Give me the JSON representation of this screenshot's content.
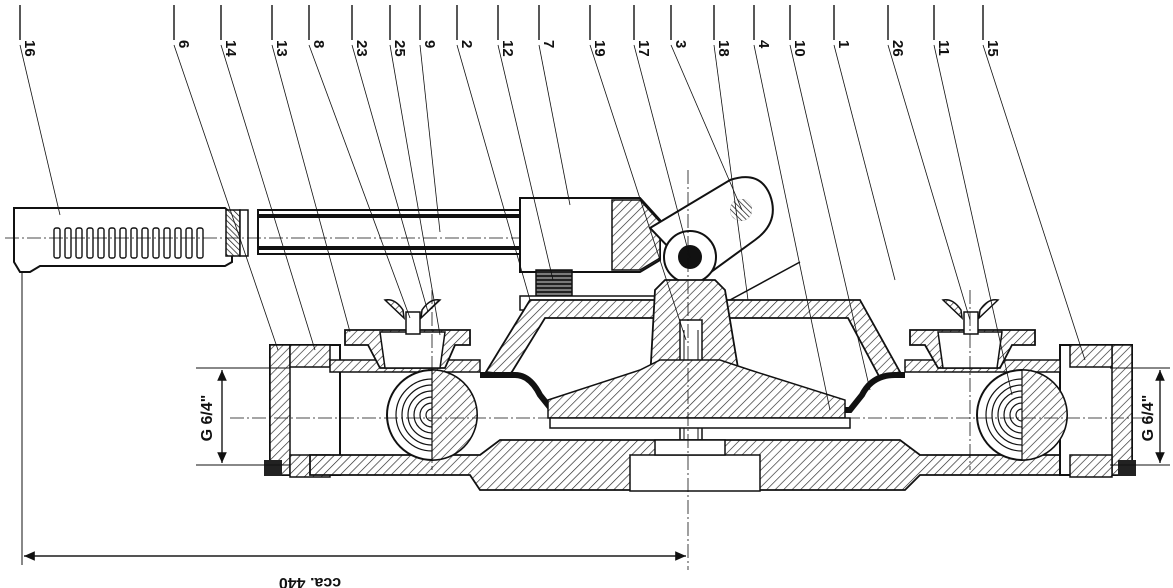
{
  "drawing": {
    "part_numbers": [
      "16",
      "6",
      "14",
      "13",
      "8",
      "23",
      "25",
      "9",
      "2",
      "12",
      "7",
      "19",
      "17",
      "3",
      "18",
      "4",
      "10",
      "1",
      "26",
      "11",
      "15"
    ],
    "thread_left": "G 6/4\"",
    "thread_right": "G 6/4\"",
    "overall_length": "cca. 440"
  }
}
